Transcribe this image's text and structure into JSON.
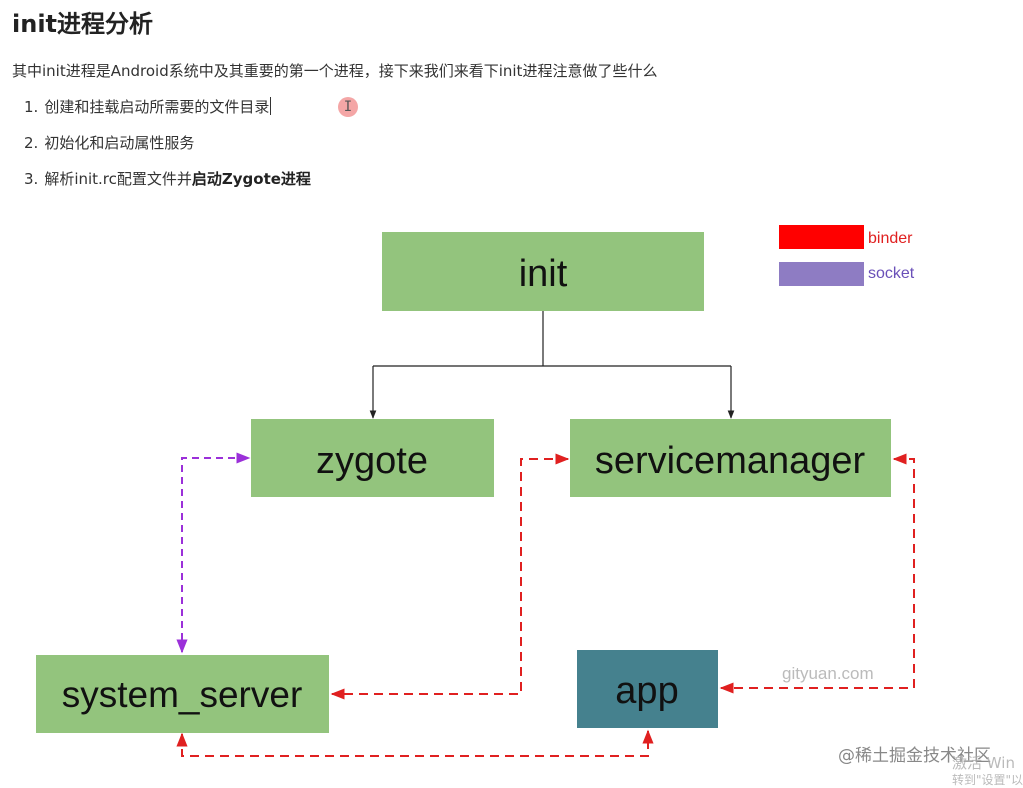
{
  "heading": {
    "title": "init进程分析",
    "intro": "其中init进程是Android系统中及其重要的第一个进程，接下来我们来看下init进程注意做了些什么"
  },
  "steps": [
    {
      "num": "1.",
      "text": "创建和挂载启动所需要的文件目录",
      "bold": ""
    },
    {
      "num": "2.",
      "text": "初始化和启动属性服务",
      "bold": ""
    },
    {
      "num": "3.",
      "text": "解析init.rc配置文件并",
      "bold": "启动Zygote进程"
    }
  ],
  "cursor_glyph": "I",
  "diagram": {
    "nodes": {
      "init": "init",
      "zygote": "zygote",
      "servicemanager": "servicemanager",
      "system_server": "system_server",
      "app": "app"
    },
    "legend": {
      "binder": "binder",
      "socket": "socket"
    },
    "colors": {
      "node_green": "#93c47d",
      "node_teal": "#45818e",
      "binder": "#e02020",
      "socket": "#9b30d9",
      "legend_binder": "#ff0000",
      "legend_socket": "#8e7cc3"
    },
    "watermark_site": "gityuan.com"
  },
  "watermarks": {
    "brand": "@稀土掘金技术社区",
    "win_line1": "激活 Win",
    "win_line2": "转到\"设置\"以"
  }
}
